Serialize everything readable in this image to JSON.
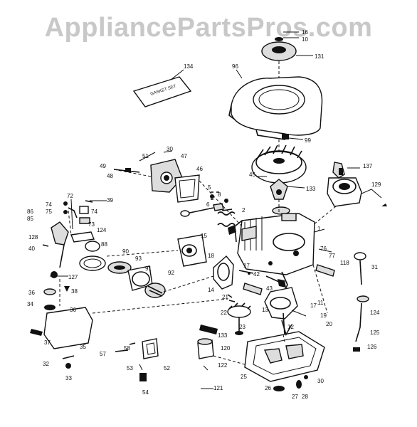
{
  "watermark": "AppliancePartsPros.com",
  "gasket_set_label": "GASKET SET",
  "callouts": [
    {
      "id": "c16",
      "text": "16"
    },
    {
      "id": "c10",
      "text": "10"
    },
    {
      "id": "c131",
      "text": "131"
    },
    {
      "id": "c134",
      "text": "134"
    },
    {
      "id": "c96",
      "text": "96"
    },
    {
      "id": "c99",
      "text": "99"
    },
    {
      "id": "c30",
      "text": "30"
    },
    {
      "id": "c51",
      "text": "51"
    },
    {
      "id": "c47",
      "text": "47"
    },
    {
      "id": "c49",
      "text": "49"
    },
    {
      "id": "c48",
      "text": "48"
    },
    {
      "id": "c46",
      "text": "46"
    },
    {
      "id": "c45",
      "text": "45"
    },
    {
      "id": "c133",
      "text": "133"
    },
    {
      "id": "c137",
      "text": "137"
    },
    {
      "id": "c129",
      "text": "129"
    },
    {
      "id": "c74",
      "text": "74"
    },
    {
      "id": "c72",
      "text": "72"
    },
    {
      "id": "c39",
      "text": "39"
    },
    {
      "id": "c75",
      "text": "75"
    },
    {
      "id": "c73",
      "text": "73"
    },
    {
      "id": "c74b",
      "text": "74"
    },
    {
      "id": "c86",
      "text": "86"
    },
    {
      "id": "c85",
      "text": "85"
    },
    {
      "id": "c5",
      "text": "5"
    },
    {
      "id": "c8",
      "text": "8"
    },
    {
      "id": "c6",
      "text": "6"
    },
    {
      "id": "c2",
      "text": "2"
    },
    {
      "id": "c1",
      "text": "1"
    },
    {
      "id": "c124",
      "text": "124"
    },
    {
      "id": "c128",
      "text": "128"
    },
    {
      "id": "c40",
      "text": "40"
    },
    {
      "id": "c88",
      "text": "88"
    },
    {
      "id": "c90",
      "text": "90"
    },
    {
      "id": "c15",
      "text": "15"
    },
    {
      "id": "c93",
      "text": "93"
    },
    {
      "id": "c91",
      "text": "91"
    },
    {
      "id": "c92",
      "text": "92"
    },
    {
      "id": "c127",
      "text": "127"
    },
    {
      "id": "c18",
      "text": "18"
    },
    {
      "id": "c14",
      "text": "14"
    },
    {
      "id": "c17",
      "text": "17"
    },
    {
      "id": "c42",
      "text": "42"
    },
    {
      "id": "c43",
      "text": "43"
    },
    {
      "id": "c76",
      "text": "76"
    },
    {
      "id": "c77",
      "text": "77"
    },
    {
      "id": "c118",
      "text": "118"
    },
    {
      "id": "c31",
      "text": "31"
    },
    {
      "id": "c38",
      "text": "38"
    },
    {
      "id": "c34",
      "text": "34"
    },
    {
      "id": "c36",
      "text": "36"
    },
    {
      "id": "c36b",
      "text": "36"
    },
    {
      "id": "c21",
      "text": "21"
    },
    {
      "id": "c22",
      "text": "22"
    },
    {
      "id": "c11",
      "text": "11"
    },
    {
      "id": "c13",
      "text": "13"
    },
    {
      "id": "c12",
      "text": "12"
    },
    {
      "id": "c17b",
      "text": "17"
    },
    {
      "id": "c19",
      "text": "19"
    },
    {
      "id": "c20",
      "text": "20"
    },
    {
      "id": "c23",
      "text": "23"
    },
    {
      "id": "c124b",
      "text": "124"
    },
    {
      "id": "c125",
      "text": "125"
    },
    {
      "id": "c126",
      "text": "126"
    },
    {
      "id": "c37",
      "text": "37"
    },
    {
      "id": "c133b",
      "text": "133"
    },
    {
      "id": "c120",
      "text": "120"
    },
    {
      "id": "c35",
      "text": "35"
    },
    {
      "id": "c57",
      "text": "57"
    },
    {
      "id": "c58",
      "text": "58"
    },
    {
      "id": "c32",
      "text": "32"
    },
    {
      "id": "c33",
      "text": "33"
    },
    {
      "id": "c53",
      "text": "53"
    },
    {
      "id": "c52",
      "text": "52"
    },
    {
      "id": "c122",
      "text": "122"
    },
    {
      "id": "c25",
      "text": "25"
    },
    {
      "id": "c30b",
      "text": "30"
    },
    {
      "id": "c54",
      "text": "54"
    },
    {
      "id": "c121",
      "text": "121"
    },
    {
      "id": "c26",
      "text": "26"
    },
    {
      "id": "c27",
      "text": "27"
    },
    {
      "id": "c28",
      "text": "28"
    }
  ]
}
